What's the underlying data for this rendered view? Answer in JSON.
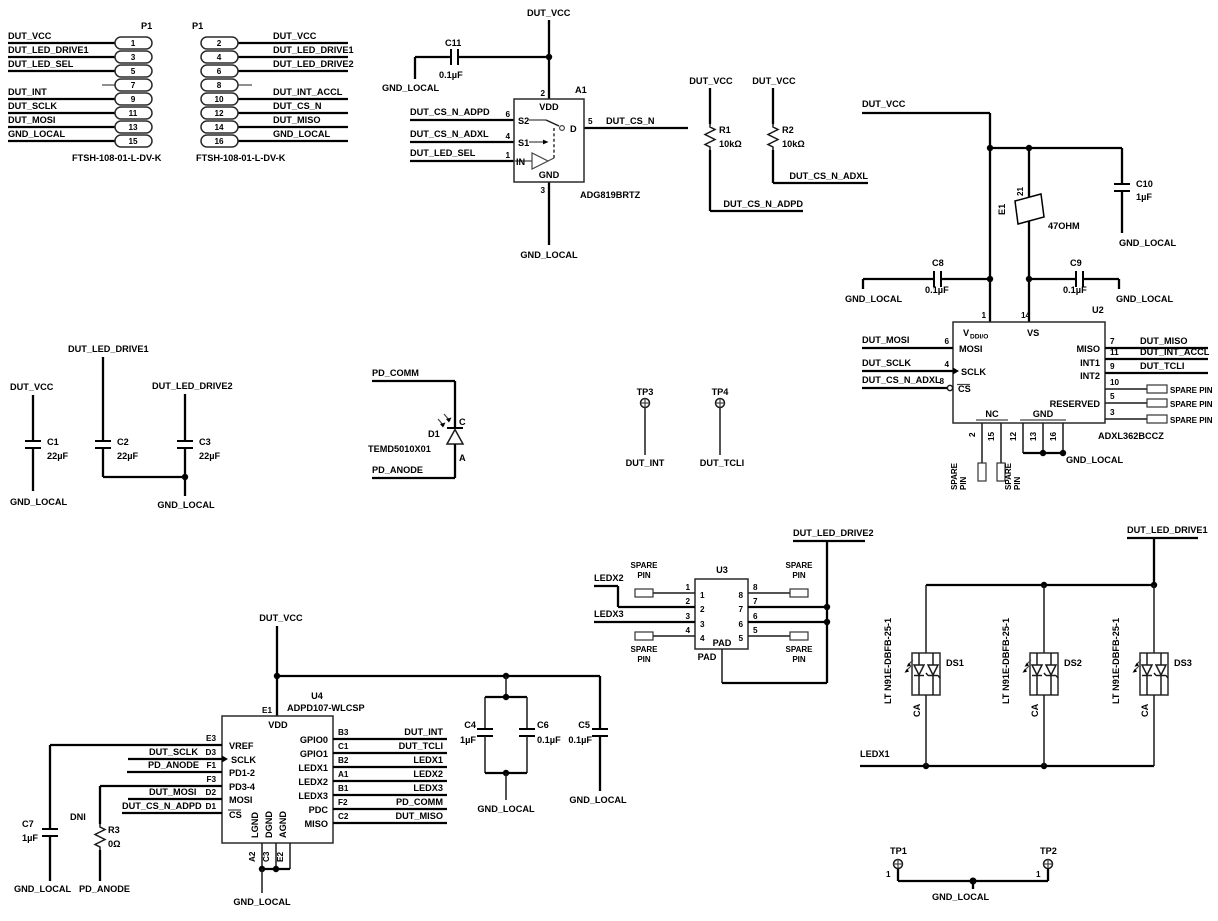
{
  "p1l": {
    "ref": "P1",
    "part": "FTSH-108-01-L-DV-K",
    "pins": [
      {
        "n": "1",
        "net": "DUT_VCC"
      },
      {
        "n": "3",
        "net": "DUT_LED_DRIVE1"
      },
      {
        "n": "5",
        "net": "DUT_LED_SEL"
      },
      {
        "n": "7",
        "net": ""
      },
      {
        "n": "9",
        "net": "DUT_INT"
      },
      {
        "n": "11",
        "net": "DUT_SCLK"
      },
      {
        "n": "13",
        "net": "DUT_MOSI"
      },
      {
        "n": "15",
        "net": "GND_LOCAL"
      }
    ]
  },
  "p1r": {
    "ref": "P1",
    "part": "FTSH-108-01-L-DV-K",
    "pins": [
      {
        "n": "2",
        "net": "DUT_VCC"
      },
      {
        "n": "4",
        "net": "DUT_LED_DRIVE1"
      },
      {
        "n": "6",
        "net": "DUT_LED_DRIVE2"
      },
      {
        "n": "8",
        "net": ""
      },
      {
        "n": "10",
        "net": "DUT_INT_ACCL"
      },
      {
        "n": "12",
        "net": "DUT_CS_N"
      },
      {
        "n": "14",
        "net": "DUT_MISO"
      },
      {
        "n": "16",
        "net": "GND_LOCAL"
      }
    ]
  },
  "mux": {
    "ref": "A1",
    "part": "ADG819BRTZ",
    "vcc": "DUT_VCC",
    "c11": "C11",
    "c11v": "0.1µF",
    "gnd1": "GND_LOCAL",
    "gnd2": "GND_LOCAL",
    "vdd_n": "2",
    "vdd": "VDD",
    "gnd_n": "3",
    "gnd": "GND",
    "s2_net": "DUT_CS_N_ADPD",
    "s2_n": "6",
    "s2": "S2",
    "s1_net": "DUT_CS_N_ADXL",
    "s1_n": "4",
    "s1": "S1",
    "in_net": "DUT_LED_SEL",
    "in_n": "1",
    "in": "IN",
    "d_net": "DUT_CS_N",
    "d_n": "5",
    "d": "D"
  },
  "pull": {
    "vcc1": "DUT_VCC",
    "r1": "R1",
    "r1v": "10kΩ",
    "r1_net": "DUT_CS_N_ADPD",
    "vcc2": "DUT_VCC",
    "r2": "R2",
    "r2v": "10kΩ",
    "r2_net": "DUT_CS_N_ADXL"
  },
  "pwr": {
    "vcc": "DUT_VCC",
    "e1": "E1",
    "e1_pins": "21",
    "e1v": "47OHM",
    "c10": "C10",
    "c10v": "1µF",
    "c10_gnd": "GND_LOCAL",
    "c8": "C8",
    "c8v": "0.1µF",
    "c8_gnd": "GND_LOCAL",
    "c9": "C9",
    "c9v": "0.1µF",
    "c9_gnd": "GND_LOCAL"
  },
  "u2": {
    "ref": "U2",
    "part": "ADXL362BCCZ",
    "p1": "1",
    "vddio_main": "V",
    "vddio_sub": "DDI/O",
    "p14": "14",
    "vs": "VS",
    "mosi_net": "DUT_MOSI",
    "mosi_n": "6",
    "mosi": "MOSI",
    "sclk_net": "DUT_SCLK",
    "sclk_n": "4",
    "sclk": "SCLK",
    "cs_net": "DUT_CS_N_ADXL",
    "cs_n": "8",
    "cs": "CS",
    "miso": "MISO",
    "miso_n": "7",
    "miso_net": "DUT_MISO",
    "int1": "INT1",
    "int1_n": "11",
    "int1_net": "DUT_INT_ACCL",
    "int2": "INT2",
    "int2_n": "9",
    "int2_net": "DUT_TCLI",
    "res": "RESERVED",
    "res_pins": [
      "10",
      "5",
      "3"
    ],
    "spare_pin": "SPARE PIN",
    "nc": "NC",
    "nc_pins": [
      "2",
      "15"
    ],
    "spare1": "SPARE",
    "spare2": "PIN",
    "gnd": "GND",
    "gnd_pins": [
      "12",
      "13",
      "16"
    ],
    "gnd_net": "GND_LOCAL"
  },
  "caps": {
    "c1_net": "DUT_VCC",
    "c1": "C1",
    "c1v": "22µF",
    "c1_gnd": "GND_LOCAL",
    "c2_net": "DUT_LED_DRIVE1",
    "c2": "C2",
    "c2v": "22µF",
    "c3_net": "DUT_LED_DRIVE2",
    "c3": "C3",
    "c3v": "22µF",
    "c3_gnd": "GND_LOCAL"
  },
  "pd": {
    "ref": "D1",
    "part": "TEMD5010X01",
    "top": "PD_COMM",
    "bot": "PD_ANODE",
    "c": "C",
    "a": "A"
  },
  "tp": {
    "tp3": "TP3",
    "tp3_net": "DUT_INT",
    "tp4": "TP4",
    "tp4_net": "DUT_TCLI",
    "tp1": "TP1",
    "tp1_pin": "1",
    "tp2": "TP2",
    "tp2_pin": "1",
    "gnd": "GND_LOCAL"
  },
  "u4": {
    "ref": "U4",
    "part": "ADPD107-WLCSP",
    "vcc": "DUT_VCC",
    "e1": "E1",
    "vdd": "VDD",
    "left": [
      {
        "p": "E3",
        "name": "VREF",
        "net": ""
      },
      {
        "p": "D3",
        "name": "SCLK",
        "net": "DUT_SCLK"
      },
      {
        "p": "F1",
        "name": "PD1-2",
        "net": "PD_ANODE"
      },
      {
        "p": "F3",
        "name": "PD3-4",
        "net": ""
      },
      {
        "p": "D2",
        "name": "MOSI",
        "net": "DUT_MOSI"
      },
      {
        "p": "D1",
        "name": "CS",
        "net": "DUT_CS_N_ADPD"
      }
    ],
    "right": [
      {
        "p": "B3",
        "name": "GPIO0",
        "net": "DUT_INT"
      },
      {
        "p": "C1",
        "name": "GPIO1",
        "net": "DUT_TCLI"
      },
      {
        "p": "B2",
        "name": "LEDX1",
        "net": "LEDX1"
      },
      {
        "p": "A1",
        "name": "LEDX2",
        "net": "LEDX2"
      },
      {
        "p": "B1",
        "name": "LEDX3",
        "net": "LEDX3"
      },
      {
        "p": "F2",
        "name": "PDC",
        "net": "PD_COMM"
      },
      {
        "p": "C2",
        "name": "MISO",
        "net": "DUT_MISO"
      }
    ],
    "gnd_names": [
      "LGND",
      "DGND",
      "AGND"
    ],
    "gnd_pins": [
      "A2",
      "C3",
      "E2"
    ],
    "gnd_net": "GND_LOCAL",
    "c7": "C7",
    "c7v": "1µF",
    "c7_gnd": "GND_LOCAL",
    "dni": "DNI",
    "r3": "R3",
    "r3v": "0Ω",
    "r3_net": "PD_ANODE"
  },
  "dec": {
    "c4": "C4",
    "c4v": "1µF",
    "c6": "C6",
    "c6v": "0.1µF",
    "gnd46": "GND_LOCAL",
    "c5": "C5",
    "c5v": "0.1µF",
    "gnd5": "GND_LOCAL"
  },
  "u3": {
    "ref": "U3",
    "net": "DUT_LED_DRIVE2",
    "pad_in": "PAD",
    "pad_out": "PAD",
    "lout": [
      "1",
      "2",
      "3",
      "4"
    ],
    "lin": [
      "1",
      "2",
      "3",
      "4"
    ],
    "rin": [
      "8",
      "7",
      "6",
      "5"
    ],
    "rout": [
      "8",
      "7",
      "6",
      "5"
    ],
    "ledx2": "LEDX2",
    "ledx3": "LEDX3",
    "spare1": "SPARE",
    "spare2": "PIN"
  },
  "leds": {
    "net_top": "DUT_LED_DRIVE1",
    "net_bot": "LEDX1",
    "part": "LT N91E-DBFB-25-1",
    "ca": "CA",
    "refs": [
      "DS1",
      "DS2",
      "DS3"
    ]
  }
}
